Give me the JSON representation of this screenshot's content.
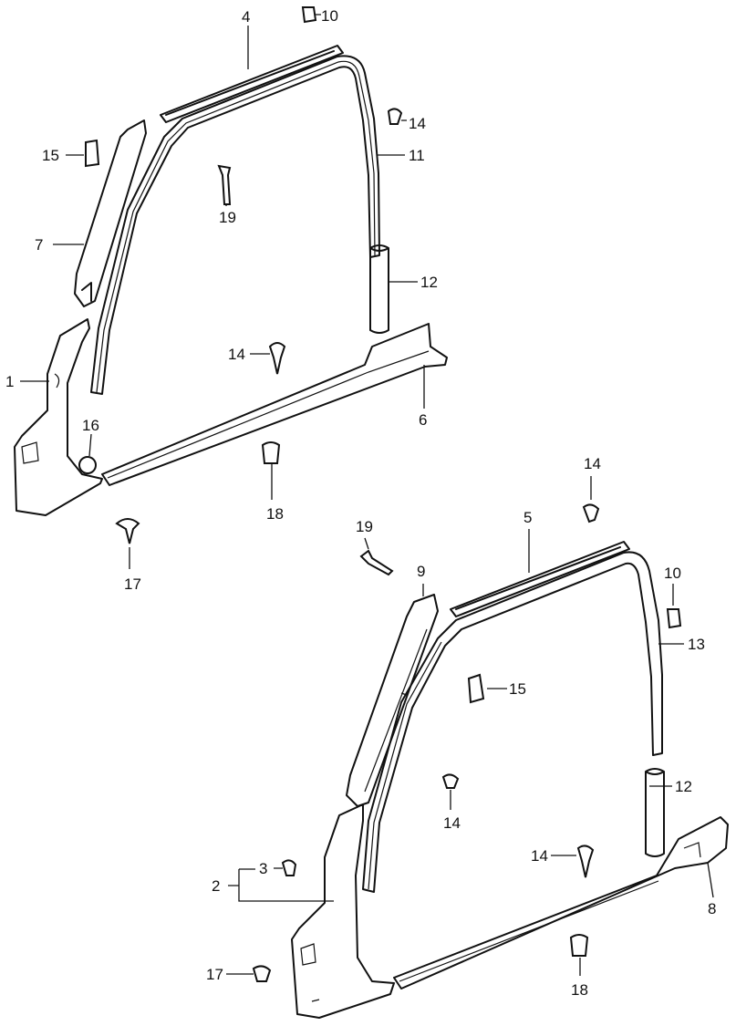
{
  "diagram": {
    "title": "Door opening trim / weatherstrip exploded parts diagram",
    "upper_assembly": {
      "callouts": [
        "4",
        "10",
        "14",
        "11",
        "15",
        "19",
        "7",
        "12",
        "14",
        "1",
        "6",
        "16",
        "18",
        "17"
      ]
    },
    "lower_assembly": {
      "callouts": [
        "14",
        "5",
        "19",
        "9",
        "10",
        "13",
        "15",
        "12",
        "14",
        "3",
        "2",
        "14",
        "8",
        "17",
        "18"
      ]
    }
  }
}
